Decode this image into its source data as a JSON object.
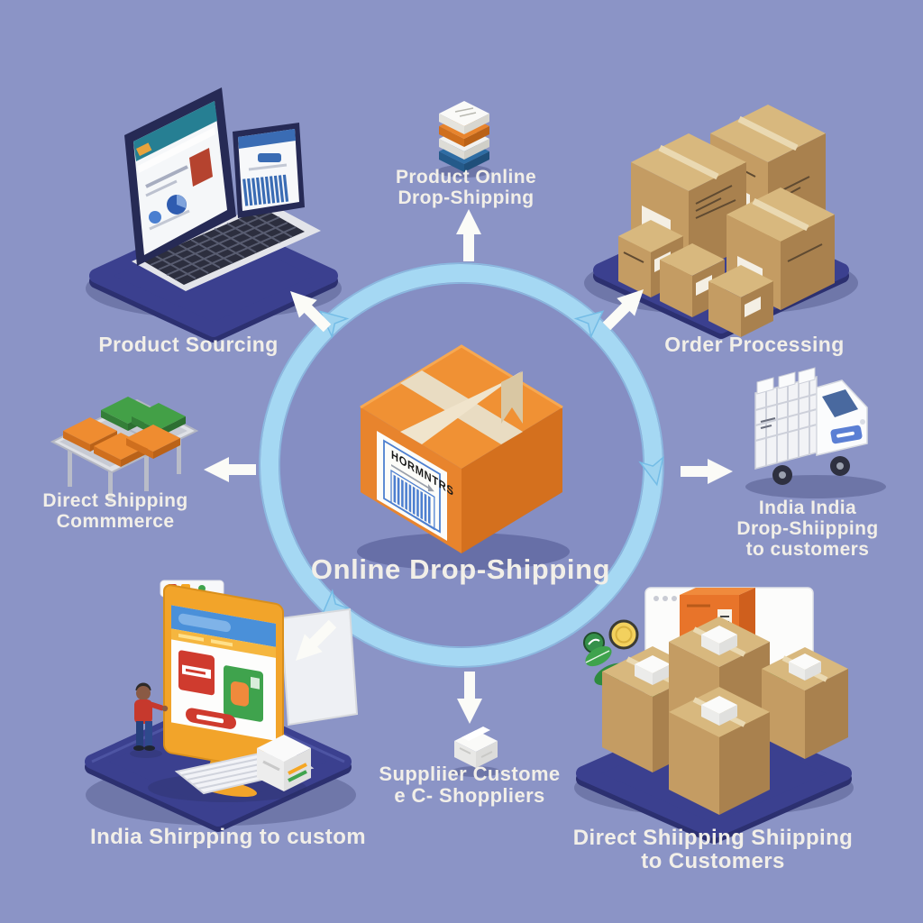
{
  "title": "Online Drop-Shipping process diagram",
  "labels": {
    "top_line1": "Product Online",
    "top_line2": "Drop-Shipping",
    "product_sourcing": "Product Sourcing",
    "order_processing": "Order Processing",
    "conveyor_line1": "Direct Shipping",
    "conveyor_line2": "Commmerce",
    "truck_line1": "India India",
    "truck_line2": "Drop-Shiipping",
    "truck_line3": "to customers",
    "center_title": "Online Drop-Shipping",
    "package_label": "HORMNTRS",
    "bottom_line1": "Suppliier Custome",
    "bottom_line2": "e C- Shoppliers",
    "monitor_caption": "India Shirpping to custom",
    "br_line1": "Direct Shiipping Shiipping",
    "br_line2": "to Customers"
  },
  "colors": {
    "background": "#8b94c6",
    "flow_ring_blue": "#a5d8f3",
    "platform_navy": "#3b408f",
    "package_orange": "#e8842d",
    "carton_tan": "#c9a36b",
    "accent_green": "#3fa34d",
    "accent_red": "#cf3b2e",
    "monitor_orange": "#f2a42a",
    "barcode_blue": "#4d7fd0",
    "truck_blue": "#5b7fd4",
    "text_white": "#f2efe8"
  },
  "icons": {
    "flow-ring-icon": "circular-arrow-ring",
    "direction-arrow-icon": "white-straight-arrow",
    "package-stack-icon": "stacked-parcel-layers",
    "laptop-icon": "laptop-with-storefront",
    "cartons-icon": "stacked-cardboard-boxes",
    "conveyor-icon": "conveyor-belt-with-packages",
    "truck-icon": "delivery-van-with-cargo",
    "monitor-icon": "ecommerce-monitor-scene",
    "supplier-box-icon": "small-white-parcel",
    "coin-icon": "gold-coin",
    "leaf-icon": "green-leaves",
    "browser-window-icon": "product-browser-window",
    "center-package-icon": "orange-parcel-with-label"
  }
}
